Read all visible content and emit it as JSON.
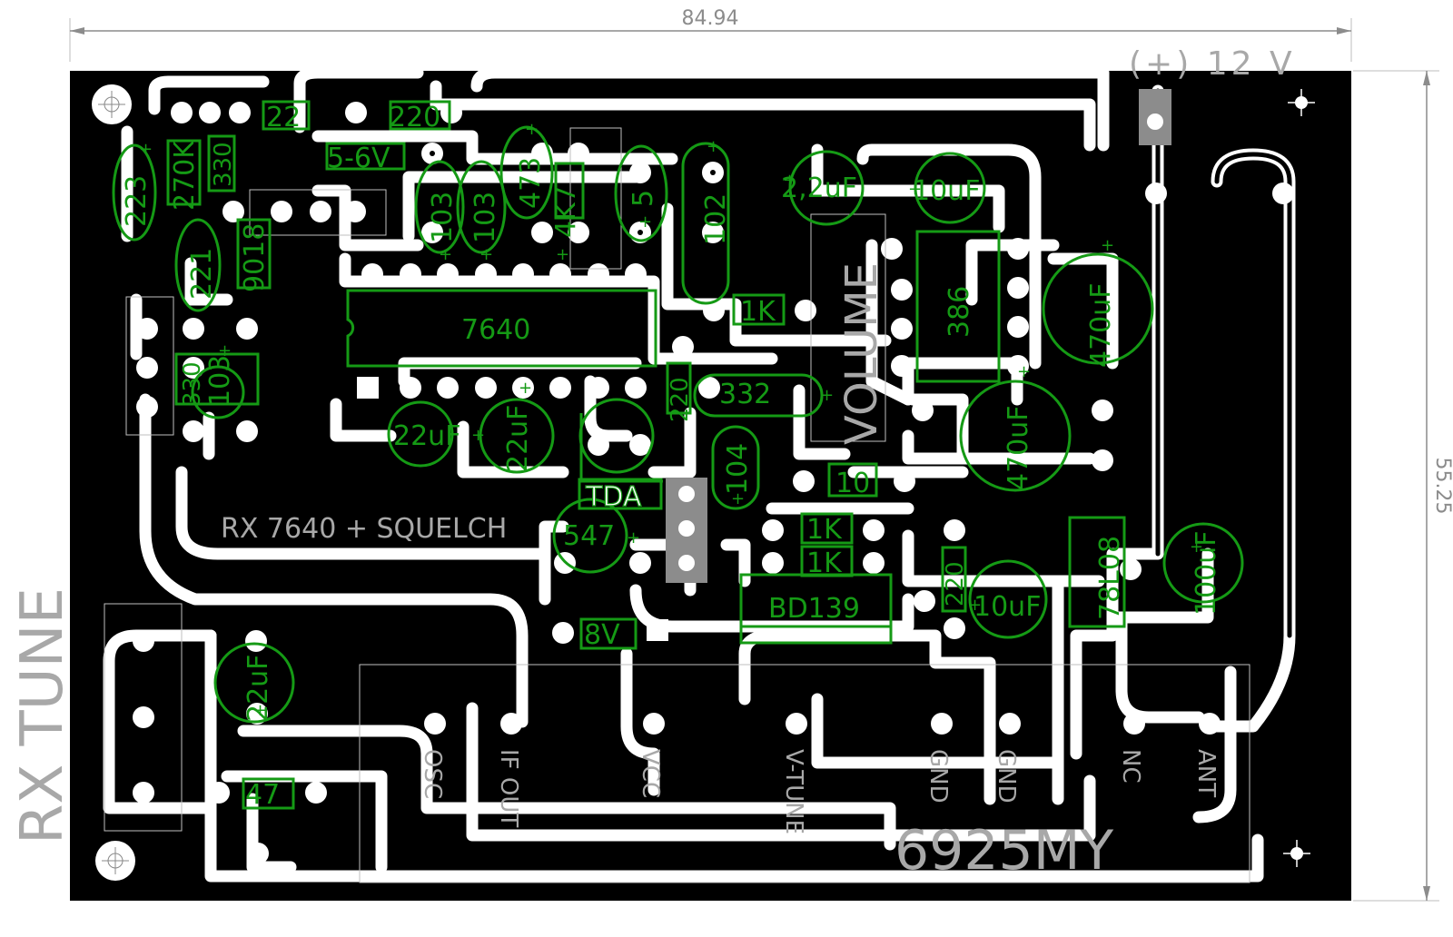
{
  "dimensions": {
    "width": "84.94",
    "height": "55.25"
  },
  "board": {
    "title": "RX 7640 + SQUELCH",
    "side_title": "RX TUNE",
    "corner_title": "6925MY",
    "power_label": "(+) 12 V",
    "volume_label": "VOLUME"
  },
  "connectors": [
    "OSC",
    "IF OUT",
    "VCC",
    "V-TUNE",
    "GND",
    "GND",
    "NC",
    "ANT"
  ],
  "components": {
    "c223": "223",
    "r270k": "270K",
    "r330": "330",
    "r22": "22",
    "r220_top": "220",
    "zener": "5-6V",
    "c103a": "103",
    "c103b": "103",
    "c473": "473",
    "l4k7": "4K7",
    "c5": "5",
    "c102": "102",
    "c2u2": "2,2uF",
    "c10uf_top": "10uF",
    "r221": "221",
    "q9018": "9018",
    "r1k_a": "1K",
    "ic7640": "7640",
    "ic386": "386",
    "c470_right": "470uF",
    "c103c": "103",
    "r330b": "330",
    "c332": "332",
    "r220_mid": "220",
    "c22uf_a": "22uF",
    "c22uf_b": "22uF",
    "c470_mid": "470uF",
    "c104": "104",
    "r10": "10",
    "tda": "TDA",
    "q547": "547",
    "r1k_b": "1K",
    "r1k_c": "1K",
    "bd139": "BD139",
    "r220_low": "220",
    "c10uf_low": "10uF",
    "reg78l08": "78L08",
    "c100uf": "100uF",
    "z8v": "8V",
    "c22uf_c": "22uF",
    "r47": "47"
  },
  "colors": {
    "board": "#000000",
    "copper_clearance": "#ffffff",
    "silkscreen": "#159a15",
    "dimension": "#8c8c8c",
    "label_grey": "#a8a8a8"
  }
}
